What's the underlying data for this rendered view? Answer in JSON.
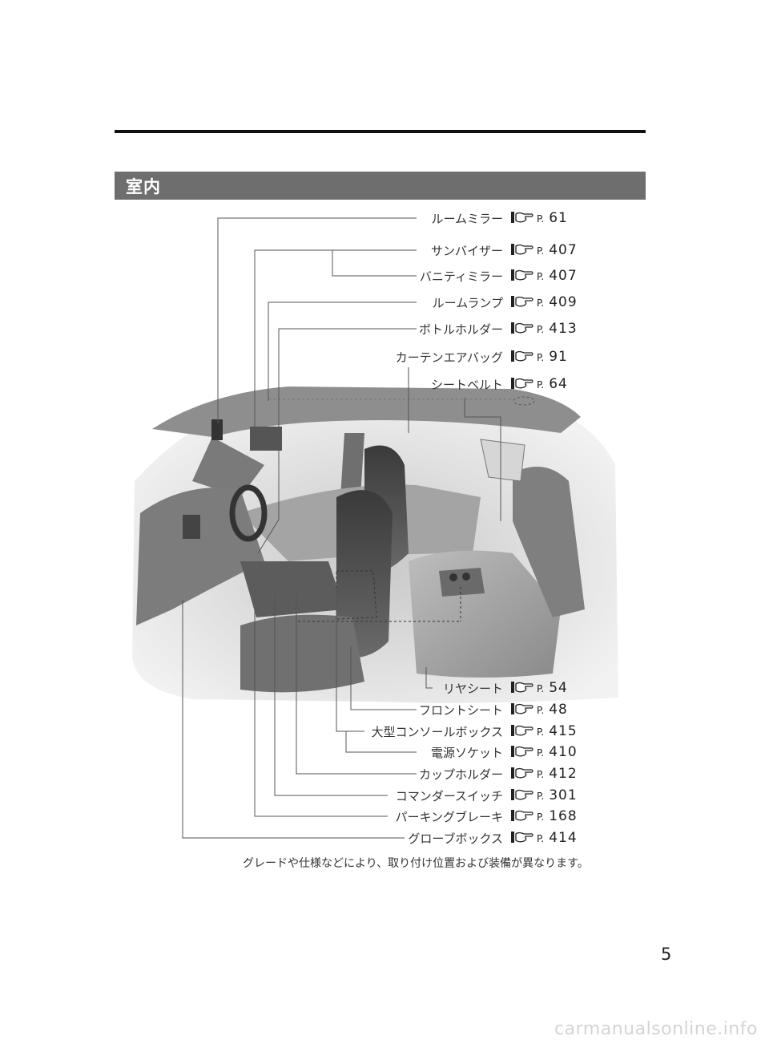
{
  "section": {
    "title": "室内"
  },
  "callouts_top": [
    {
      "label": "ルームミラー",
      "ref_prefix": "P.",
      "page": "61"
    },
    {
      "label": "サンバイザー",
      "ref_prefix": "P.",
      "page": "407"
    },
    {
      "label": "バニティミラー",
      "ref_prefix": "P.",
      "page": "407"
    },
    {
      "label": "ルームランプ",
      "ref_prefix": "P.",
      "page": "409"
    },
    {
      "label": "ボトルホルダー",
      "ref_prefix": "P.",
      "page": "413"
    },
    {
      "label": "カーテンエアバッグ",
      "ref_prefix": "P.",
      "page": "91"
    },
    {
      "label": "シートベルト",
      "ref_prefix": "P.",
      "page": "64"
    }
  ],
  "callouts_bottom": [
    {
      "label": "リヤシート",
      "ref_prefix": "P.",
      "page": "54"
    },
    {
      "label": "フロントシート",
      "ref_prefix": "P.",
      "page": "48"
    },
    {
      "label": "大型コンソールボックス",
      "ref_prefix": "P.",
      "page": "415"
    },
    {
      "label": "電源ソケット",
      "ref_prefix": "P.",
      "page": "410"
    },
    {
      "label": "カップホルダー",
      "ref_prefix": "P.",
      "page": "412"
    },
    {
      "label": "コマンダースイッチ",
      "ref_prefix": "P.",
      "page": "301"
    },
    {
      "label": "パーキングブレーキ",
      "ref_prefix": "P.",
      "page": "168"
    },
    {
      "label": "グローブボックス",
      "ref_prefix": "P.",
      "page": "414"
    }
  ],
  "note": "グレードや仕様などにより、取り付け位置および装備が異なります。",
  "page_number": "5",
  "watermark": "carmanualsonline.info",
  "icons": {
    "reference": "pointing-hand-icon"
  },
  "colors": {
    "section_bar": "#6e6e6e",
    "rule": "#111111",
    "interior": "#9a9a9a"
  }
}
